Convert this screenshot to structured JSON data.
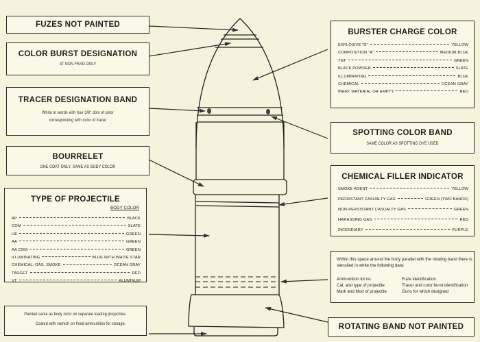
{
  "diagram": {
    "subject": "projectile",
    "colors": {
      "paper": "#f6f3dc",
      "box_fill": "#faf8e6",
      "ink": "#1c1c1c"
    }
  },
  "left_callouts": {
    "fuzes": {
      "title": "FUZES NOT PAINTED"
    },
    "color_burst": {
      "title": "COLOR BURST DESIGNATION",
      "subtitle": "AT NON FRAG ONLY"
    },
    "tracer": {
      "title": "TRACER DESIGNATION BAND",
      "subtitle_lines": [
        "White or words with four 3/8\" dots of color",
        "corresponding with color of tracer"
      ]
    },
    "bourrelet": {
      "title": "BOURRELET",
      "subtitle": "ONE COAT ONLY, SAME AS BODY COLOR"
    },
    "type_of_projectile": {
      "title": "TYPE OF PROJECTILE",
      "column_header": "BODY COLOR",
      "rows": [
        {
          "type": "AP",
          "color": "BLACK"
        },
        {
          "type": "COM",
          "color": "SLATE"
        },
        {
          "type": "HE",
          "color": "GREEN"
        },
        {
          "type": "AA",
          "color": "GREEN"
        },
        {
          "type": "AA COM",
          "color": "GREEN"
        },
        {
          "type": "ILLUMINATING",
          "color": "BLUE WITH WHITE STAR"
        },
        {
          "type": "CHEMICAL, GAS, SMOKE",
          "color": "OCEAN GRAY"
        },
        {
          "type": "TARGET",
          "color": "RED"
        },
        {
          "type": "VT",
          "color": "ALUMINUM"
        }
      ]
    },
    "base": {
      "lines": [
        "Painted same as body color on separate loading projectiles.",
        "Coated with varnish on fixed ammunition for storage."
      ]
    }
  },
  "right_callouts": {
    "burster_charge": {
      "title": "BURSTER CHARGE COLOR",
      "rows": [
        {
          "explosive": "EXPLOSIVE \"D\"",
          "color": "YELLOW"
        },
        {
          "explosive": "COMPOSITION \"A\"",
          "color": "MEDIUM BLUE"
        },
        {
          "explosive": "TNT",
          "color": "GREEN"
        },
        {
          "explosive": "BLACK POWDER",
          "color": "SLATE"
        },
        {
          "explosive": "ILLUMINATING",
          "color": "BLUE"
        },
        {
          "explosive": "CHEMICAL",
          "color": "OCEAN GRAY"
        },
        {
          "explosive": "INERT MATERIAL OR EMPTY",
          "color": "RED"
        }
      ]
    },
    "spotting": {
      "title": "SPOTTING COLOR BAND",
      "subtitle": "SAME COLOR AS SPOTTING DYE USED"
    },
    "chemical_filler": {
      "title": "CHEMICAL FILLER INDICATOR",
      "rows": [
        {
          "filler": "SMOKE AGENT",
          "color": "YELLOW"
        },
        {
          "filler": "PERSISTANT CASUALTY GAS",
          "color": "GREEN (TWO BANDS)"
        },
        {
          "filler": "NON-PERSISTANT CASUALTY GAS",
          "color": "GREEN"
        },
        {
          "filler": "HARASSING GAS",
          "color": "RED"
        },
        {
          "filler": "INCENDIARY",
          "color": "PURPLE"
        }
      ]
    },
    "marking": {
      "intro_lines": [
        "Within this space around the body parallel with the rotating band there is",
        "stenciled in white the following data:"
      ],
      "left_items": [
        "Ammunition lot no.",
        "Cal. and type of projectile",
        "Mark and Mod of projectile"
      ],
      "right_items": [
        "Fuze identification",
        "Tracer and color burst identification",
        "Guns for which designed"
      ]
    },
    "rotating_band": {
      "title": "ROTATING BAND NOT PAINTED"
    }
  }
}
